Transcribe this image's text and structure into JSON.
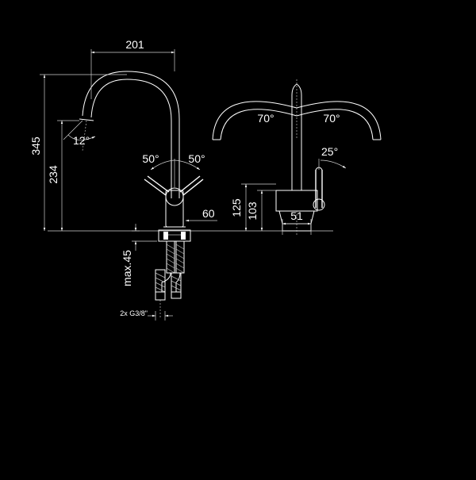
{
  "colors": {
    "background": "#000000",
    "line": "#ffffff"
  },
  "dimensions": {
    "spout_reach": "201",
    "total_height": "345",
    "spout_height": "234",
    "spout_angle": "12°",
    "handle_angle_left": "50°",
    "handle_angle_right": "50°",
    "handle_offset": "60",
    "max_thickness": "max.45",
    "connection": "2x G3/8\"",
    "swivel_left": "70°",
    "swivel_right": "70°",
    "lever_angle": "25°",
    "body_height": "125",
    "body_height_inner": "103",
    "base_diameter": "51"
  }
}
